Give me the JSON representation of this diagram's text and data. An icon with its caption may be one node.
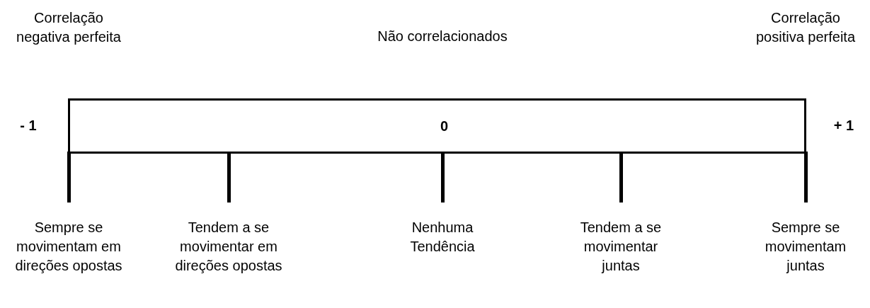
{
  "diagram": {
    "nodes": [
      {
        "text": [
          "0"
        ]
      }
    ],
    "labels": [
      "Correlação negativa perfeita",
      "Não correlacionados",
      "Correlação positiva perfeita",
      "- 1",
      "+ 1",
      "Sempre se movimentam em direções opostas",
      "Tendem a se movimentar em direções opostas",
      "Nenhuma Tendência",
      "Tendem a se movimentar juntas",
      "Sempre se movimentam juntas"
    ]
  }
}
